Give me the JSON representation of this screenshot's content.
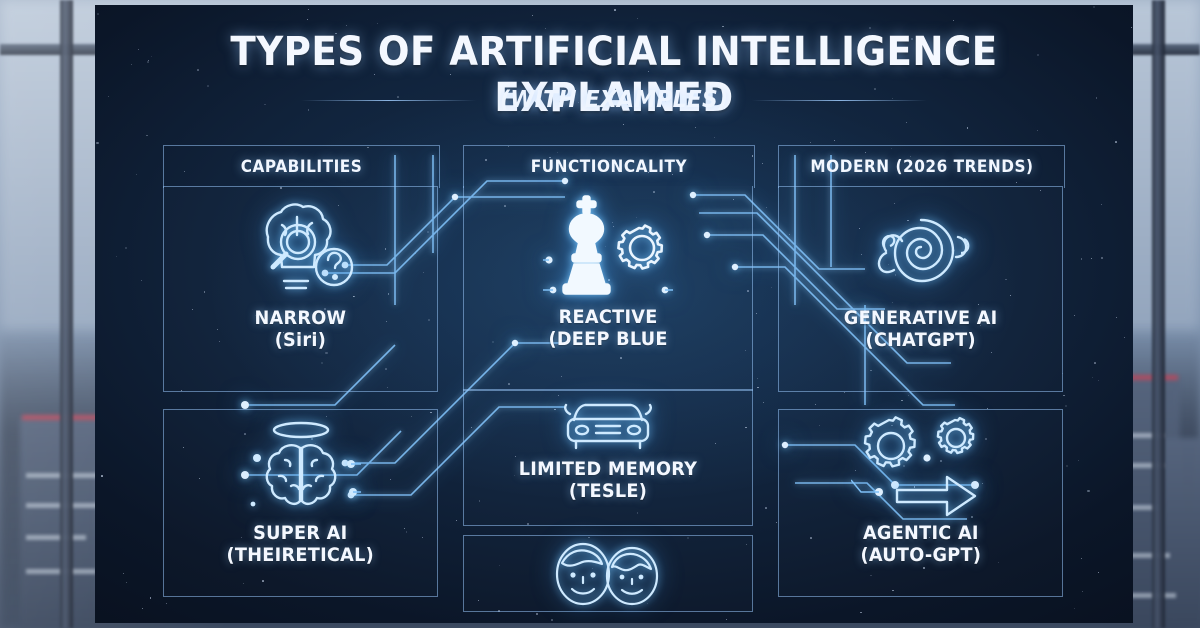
{
  "header": {
    "title": "TYPES OF ARTIFICIAL INTELLIGENCE EXPLAINED",
    "subtitle": "(WITH EXAMPLES)"
  },
  "columns": [
    {
      "id": "capabilities",
      "header": "CAPABILITIES",
      "items": [
        {
          "id": "narrow-ai",
          "name": "NARROW",
          "example": "(Siri)",
          "icon": "lightbulb-brain-magnifier-question-icon"
        },
        {
          "id": "super-ai",
          "name": "SUPER AI",
          "example": "(THEIRETICAL)",
          "icon": "brain-halo-icon"
        }
      ]
    },
    {
      "id": "functioncality",
      "header": "FUNCTIONCALITY",
      "items": [
        {
          "id": "reactive",
          "name": "REACTIVE",
          "example": "(DEEP BLUE",
          "icon": "chess-king-gear-icon"
        },
        {
          "id": "limited-memory",
          "name": "LIMITED MEMORY",
          "example": "(TESLE)",
          "icon": "car-front-icon"
        },
        {
          "id": "theory-of-mind",
          "name": "",
          "example": "",
          "icon": "two-faces-icon"
        }
      ]
    },
    {
      "id": "modern-2026-trends",
      "header": "MODERN (2026 TRENDS)",
      "items": [
        {
          "id": "generative-ai",
          "name": "GENERATIVE AI",
          "example": "(CHATGPT)",
          "icon": "spiral-galaxy-icon"
        },
        {
          "id": "agentic-ai",
          "name": "AGENTIC AI",
          "example": "(AUTO-GPT)",
          "icon": "gears-arrow-icon"
        }
      ]
    }
  ],
  "colors": {
    "panel_bg": "#11243d",
    "neon_line": "#8fc9ff",
    "text": "#f4f8ff",
    "border": "#96c3f5"
  }
}
